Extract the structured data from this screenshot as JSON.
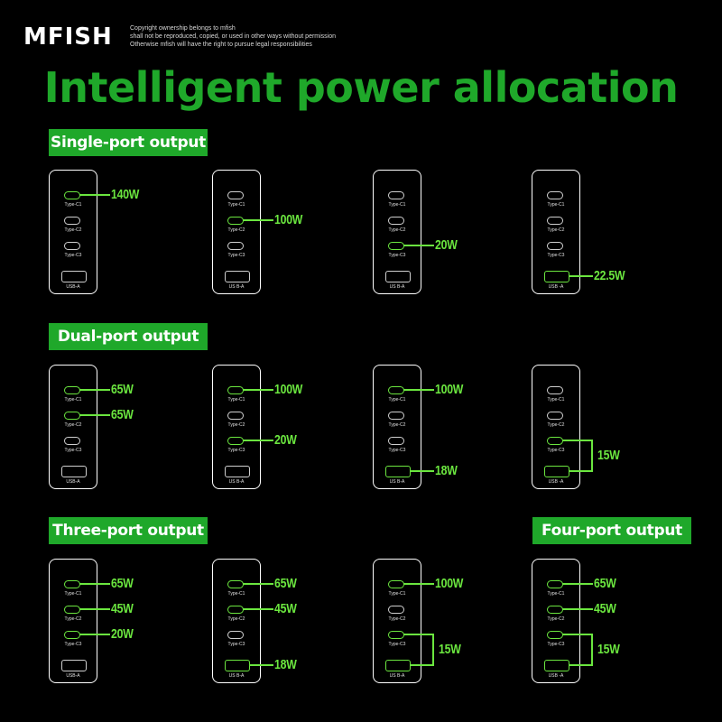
{
  "brand": {
    "logo": "MFISH"
  },
  "copyright": [
    "Copyright ownership belongs to mfish",
    "shall not be reproduced, copied, or used in other ways without permission",
    "Otherwise mfish will have the right to pursue legal responsibilities"
  ],
  "title": "Intelligent power allocation",
  "colors": {
    "accent": "#1fa82a",
    "active_port": "#6be63f",
    "background": "#000000"
  },
  "sections": [
    {
      "label": "Single-port output",
      "chargers": [
        {
          "ports": [
            "Type-C1",
            "Type-C2",
            "Type-C3",
            "USB-A"
          ],
          "active": [
            0
          ],
          "outputs": [
            {
              "ports": [
                0
              ],
              "watt": "140W"
            }
          ]
        },
        {
          "ports": [
            "Type-C1",
            "Type-C2",
            "Type-C3",
            "US B-A"
          ],
          "active": [
            1
          ],
          "outputs": [
            {
              "ports": [
                1
              ],
              "watt": "100W"
            }
          ]
        },
        {
          "ports": [
            "Type-C1",
            "Type-C2",
            "Type-C3",
            "US B-A"
          ],
          "active": [
            2
          ],
          "outputs": [
            {
              "ports": [
                2
              ],
              "watt": "20W"
            }
          ]
        },
        {
          "ports": [
            "Type-C1",
            "Type-C2",
            "Type-C3",
            "USB -A"
          ],
          "active": [
            3
          ],
          "outputs": [
            {
              "ports": [
                3
              ],
              "watt": "22.5W"
            }
          ]
        }
      ]
    },
    {
      "label": "Dual-port output",
      "chargers": [
        {
          "ports": [
            "Type-C1",
            "Type-C2",
            "Type-C3",
            "USB-A"
          ],
          "active": [
            0,
            1
          ],
          "outputs": [
            {
              "ports": [
                0
              ],
              "watt": "65W"
            },
            {
              "ports": [
                1
              ],
              "watt": "65W"
            }
          ]
        },
        {
          "ports": [
            "Type-C1",
            "Type-C2",
            "Type-C3",
            "US B-A"
          ],
          "active": [
            0,
            2
          ],
          "outputs": [
            {
              "ports": [
                0
              ],
              "watt": "100W"
            },
            {
              "ports": [
                2
              ],
              "watt": "20W"
            }
          ]
        },
        {
          "ports": [
            "Type-C1",
            "Type-C2",
            "Type-C3",
            "US B-A"
          ],
          "active": [
            0,
            3
          ],
          "outputs": [
            {
              "ports": [
                0
              ],
              "watt": "100W"
            },
            {
              "ports": [
                3
              ],
              "watt": "18W"
            }
          ]
        },
        {
          "ports": [
            "Type-C1",
            "Type-C2",
            "Type-C3",
            "USB -A"
          ],
          "active": [
            2,
            3
          ],
          "outputs": [
            {
              "ports": [
                2,
                3
              ],
              "watt": "15W"
            }
          ]
        }
      ]
    },
    {
      "label": "Three-port output",
      "chargers": [
        {
          "ports": [
            "Type-C1",
            "Type-C2",
            "Type-C3",
            "USB-A"
          ],
          "active": [
            0,
            1,
            2
          ],
          "outputs": [
            {
              "ports": [
                0
              ],
              "watt": "65W"
            },
            {
              "ports": [
                1
              ],
              "watt": "45W"
            },
            {
              "ports": [
                2
              ],
              "watt": "20W"
            }
          ]
        },
        {
          "ports": [
            "Type-C1",
            "Type-C2",
            "Type-C3",
            "US B-A"
          ],
          "active": [
            0,
            1,
            3
          ],
          "outputs": [
            {
              "ports": [
                0
              ],
              "watt": "65W"
            },
            {
              "ports": [
                1
              ],
              "watt": "45W"
            },
            {
              "ports": [
                3
              ],
              "watt": "18W"
            }
          ]
        },
        {
          "ports": [
            "Type-C1",
            "Type-C2",
            "Type-C3",
            "US B-A"
          ],
          "active": [
            0,
            2,
            3
          ],
          "outputs": [
            {
              "ports": [
                0
              ],
              "watt": "100W"
            },
            {
              "ports": [
                2,
                3
              ],
              "watt": "15W"
            }
          ]
        }
      ]
    },
    {
      "label": "Four-port output",
      "chargers": [
        {
          "ports": [
            "Type-C1",
            "Type-C2",
            "Type-C3",
            "USB -A"
          ],
          "active": [
            0,
            1,
            2,
            3
          ],
          "outputs": [
            {
              "ports": [
                0
              ],
              "watt": "65W"
            },
            {
              "ports": [
                1
              ],
              "watt": "45W"
            },
            {
              "ports": [
                2,
                3
              ],
              "watt": "15W"
            }
          ]
        }
      ]
    }
  ]
}
